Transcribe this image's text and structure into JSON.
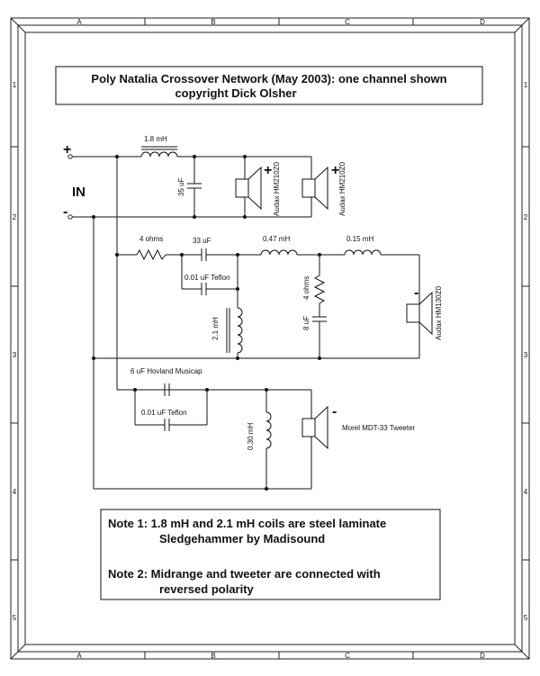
{
  "title": {
    "line1": "Poly Natalia Crossover Network (May 2003): one channel shown",
    "line2": "copyright Dick Olsher"
  },
  "grid": {
    "columns": [
      "A",
      "B",
      "C",
      "D"
    ],
    "rows": [
      "1",
      "2",
      "3",
      "4",
      "5"
    ]
  },
  "input": {
    "label": "IN",
    "plus": "+",
    "minus": "-"
  },
  "components": {
    "l1": "1.8 mH",
    "c1": "35 uF",
    "woofer1": "Audax HM210Z0",
    "woofer2": "Audax HM210Z0",
    "woofer1_polarity": "+",
    "woofer2_polarity": "+",
    "r1": "4 ohms",
    "c2": "33 uF",
    "c3": "0.01 uF Teflon",
    "l2": "0.47 mH",
    "l3": "0.15 mH",
    "r2": "4 ohms",
    "c4": "8 uF",
    "l4": "2.1 mH",
    "mid": "Audax HM130Z0",
    "mid_polarity": "-",
    "c5": "6 uF Hovland Musicap",
    "c6": "0.01 uF Teflon",
    "l5": "0.30 mH",
    "tweeter": "Morel MDT-33 Tweeter",
    "tweeter_polarity": "-"
  },
  "notes": {
    "note1_line1": "Note 1: 1.8 mH and 2.1 mH coils are steel laminate",
    "note1_line2": "Sledgehammer by Madisound",
    "note2_line1": "Note 2: Midrange and tweeter are connected with",
    "note2_line2": "reversed polarity"
  }
}
